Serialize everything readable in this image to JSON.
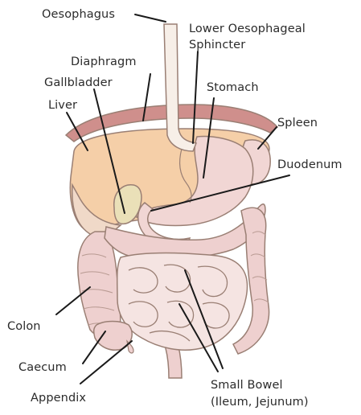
{
  "diagram": {
    "colors": {
      "outline": "#9a7f74",
      "diaphragm": "#cf8f8c",
      "liver": "#f5cfa8",
      "tissue": "#f1d6d4",
      "bowel": "#eed0cf",
      "leader": "#1a1a1a",
      "label_text": "#2b2b2b"
    },
    "labels": {
      "oesophagus": "Oesophagus",
      "les_line1": "Lower Oesophageal",
      "les_line2": "Sphincter",
      "diaphragm": "Diaphragm",
      "gallbladder": "Gallbladder",
      "liver": "Liver",
      "stomach": "Stomach",
      "spleen": "Spleen",
      "duodenum": "Duodenum",
      "colon": "Colon",
      "caecum": "Caecum",
      "appendix": "Appendix",
      "small_bowel_line1": "Small Bowel",
      "small_bowel_line2": "(Ileum, Jejunum)"
    }
  }
}
